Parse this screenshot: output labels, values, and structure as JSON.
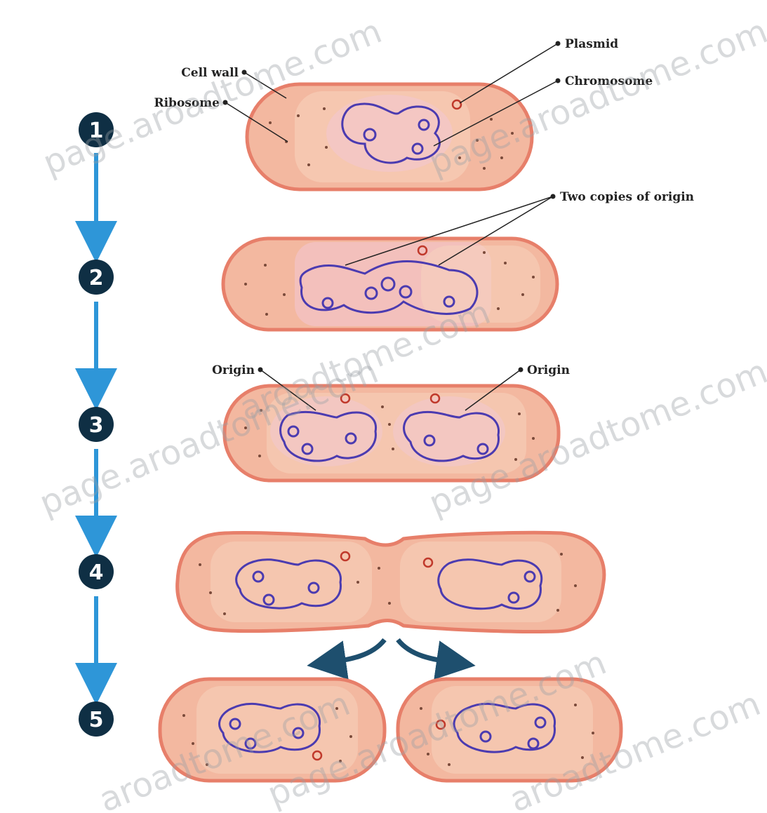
{
  "title_fragment": "",
  "steps": [
    "1",
    "2",
    "3",
    "4",
    "5"
  ],
  "labels": {
    "cell_wall": "Cell wall",
    "ribosome": "Ribosome",
    "plasmid": "Plasmid",
    "chromosome": "Chromosome",
    "two_copies_of_origin": "Two copies of origin",
    "origin_left": "Origin",
    "origin_right": "Origin"
  },
  "watermarks": [
    "page.aroadtome.com",
    "page.aroadtome.com",
    "page.aroadtome.com",
    "page.aroadtome.com",
    "page.aroadtome.com",
    "aroadtome.com",
    "aroadtome.com",
    "aroadtome.com"
  ],
  "colors": {
    "cell_fill": "#f3b8a0",
    "cell_inner": "#f7d3bd",
    "cell_wall": "#e77f6a",
    "nucleoid": "#f2c7d3",
    "chromosome": "#4b3bb0",
    "plasmid": "#c0392b",
    "step_circle": "#0f2f44",
    "arrow": "#2e96d8",
    "split_arrow": "#1e4f6e"
  }
}
